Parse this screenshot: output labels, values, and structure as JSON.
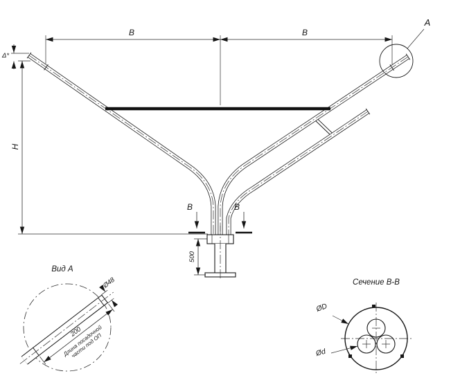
{
  "drawing": {
    "dimensions": {
      "span_left": "В",
      "span_right": "В",
      "height": "Н",
      "delta": "Δ*",
      "base_length": "500"
    },
    "detail_ref": "А",
    "section_cut": {
      "left": "В",
      "right": "В"
    },
    "view_a": {
      "title": "Вид А",
      "diameter": "Ø48",
      "length": "200",
      "note_line1": "Длина посадочной",
      "note_line2": "части под ОП"
    },
    "section_bb": {
      "title": "Сечение В-В",
      "outer_diameter": "ØD",
      "inner_diameter": "Ød"
    },
    "colors": {
      "line": "#161616",
      "background": "#ffffff"
    }
  }
}
